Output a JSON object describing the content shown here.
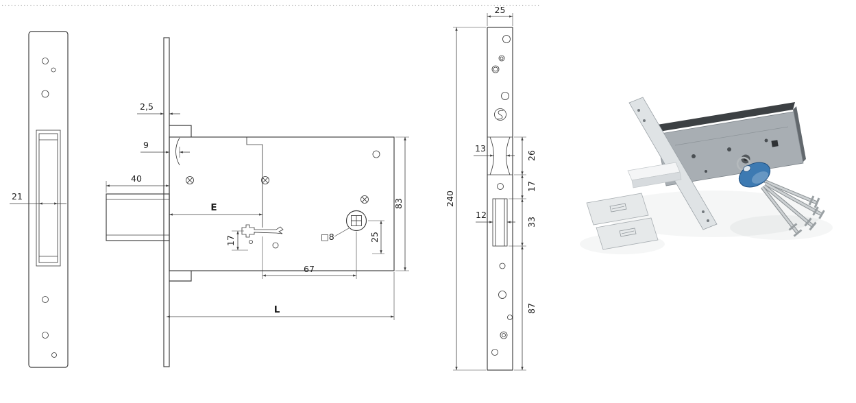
{
  "drawing": {
    "strike_plate_view": {
      "dim_pocket_width": "21"
    },
    "side_view": {
      "dim_faceplate_thickness": "2,5",
      "dim_notch_depth": "9",
      "dim_latch_length": "40",
      "dim_backset": "E",
      "dim_key_drop": "17",
      "dim_centers_distance": "67",
      "dim_case_length": "L",
      "dim_case_height": "83",
      "dim_spindle_drop": "25",
      "dim_spindle_square": "□8"
    },
    "faceplate_view": {
      "dim_width": "25",
      "dim_height": "240",
      "dim_latch_waist": "13",
      "dim_latch_window_height": "26",
      "dim_window_gap": "17",
      "dim_bolt_window_width": "12",
      "dim_bolt_window_height": "33",
      "dim_lower_section": "87"
    }
  },
  "photo": {
    "colors": {
      "key_head": "#3d7ab2",
      "body_face": "#a8aeb3",
      "body_edge": "#3c4043",
      "plate_light": "#dfe3e5",
      "latch_white": "#f4f5f6"
    }
  }
}
